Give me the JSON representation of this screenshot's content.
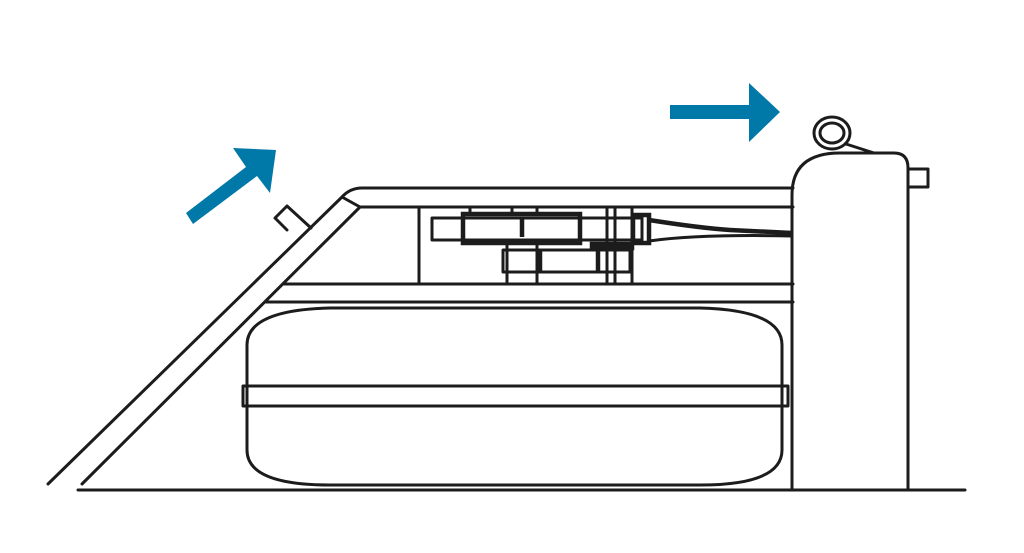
{
  "colors": {
    "line": "#1c1c1c",
    "arrow": "#0078a8",
    "background": "#ffffff"
  },
  "arrows": [
    {
      "name": "tilt-up-arrow",
      "direction": "up-right"
    },
    {
      "name": "push-right-arrow",
      "direction": "right"
    }
  ]
}
